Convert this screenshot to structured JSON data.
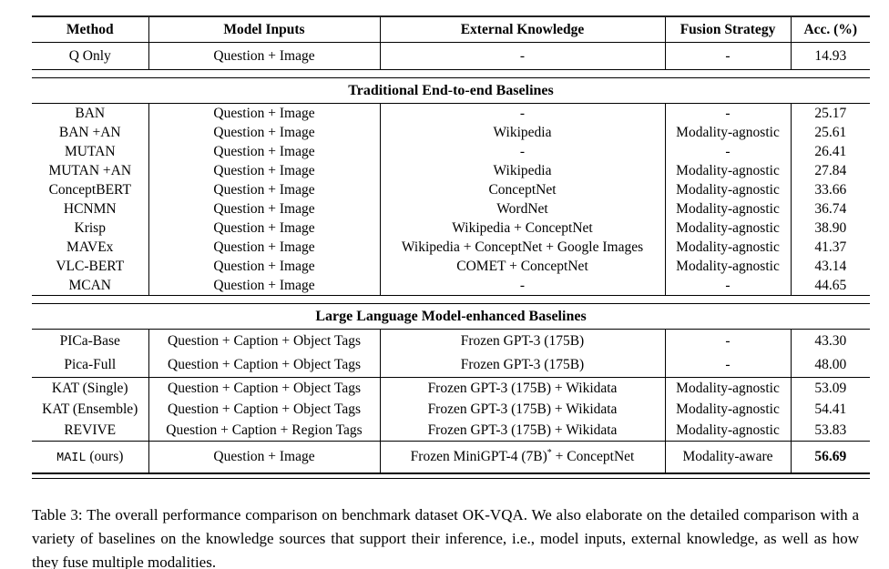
{
  "table": {
    "columns": [
      "Method",
      "Model Inputs",
      "External Knowledge",
      "Fusion Strategy",
      "Acc. (%)"
    ],
    "sections": [
      {
        "title": "",
        "groups": [
          [
            {
              "m": "Q Only",
              "inputs": "Question + Image",
              "kn": "-",
              "fusion": "-",
              "acc": "14.93"
            }
          ]
        ]
      },
      {
        "title": "Traditional End-to-end Baselines",
        "groups": [
          [
            {
              "m": "BAN",
              "inputs": "Question + Image",
              "kn": "-",
              "fusion": "-",
              "acc": "25.17"
            },
            {
              "m": "BAN +AN",
              "inputs": "Question + Image",
              "kn": "Wikipedia",
              "fusion": "Modality-agnostic",
              "acc": "25.61"
            },
            {
              "m": "MUTAN",
              "inputs": "Question + Image",
              "kn": "-",
              "fusion": "-",
              "acc": "26.41"
            },
            {
              "m": "MUTAN +AN",
              "inputs": "Question + Image",
              "kn": "Wikipedia",
              "fusion": "Modality-agnostic",
              "acc": "27.84"
            },
            {
              "m": "ConceptBERT",
              "inputs": "Question + Image",
              "kn": "ConceptNet",
              "fusion": "Modality-agnostic",
              "acc": "33.66"
            },
            {
              "m": "HCNMN",
              "inputs": "Question + Image",
              "kn": "WordNet",
              "fusion": "Modality-agnostic",
              "acc": "36.74"
            },
            {
              "m": "Krisp",
              "inputs": "Question + Image",
              "kn": "Wikipedia + ConceptNet",
              "fusion": "Modality-agnostic",
              "acc": "38.90"
            },
            {
              "m": "MAVEx",
              "inputs": "Question + Image",
              "kn": "Wikipedia + ConceptNet + Google Images",
              "fusion": "Modality-agnostic",
              "acc": "41.37"
            },
            {
              "m": "VLC-BERT",
              "inputs": "Question + Image",
              "kn": "COMET + ConceptNet",
              "fusion": "Modality-agnostic",
              "acc": "43.14"
            },
            {
              "m": "MCAN",
              "inputs": "Question + Image",
              "kn": "-",
              "fusion": "-",
              "acc": "44.65"
            }
          ]
        ]
      },
      {
        "title": "Large Language Model-enhanced Baselines",
        "groups": [
          [
            {
              "m": "PICa-Base",
              "inputs": "Question + Caption + Object Tags",
              "kn": "Frozen GPT-3 (175B)",
              "fusion": "-",
              "acc": "43.30"
            },
            {
              "m": "Pica-Full",
              "inputs": "Question + Caption + Object Tags",
              "kn": "Frozen GPT-3 (175B)",
              "fusion": "-",
              "acc": "48.00"
            }
          ],
          [
            {
              "m": "KAT (Single)",
              "inputs": "Question + Caption + Object Tags",
              "kn": "Frozen GPT-3 (175B) + Wikidata",
              "fusion": "Modality-agnostic",
              "acc": "53.09"
            },
            {
              "m": "KAT (Ensemble)",
              "inputs": "Question + Caption + Object Tags",
              "kn": "Frozen GPT-3 (175B) + Wikidata",
              "fusion": "Modality-agnostic",
              "acc": "54.41"
            },
            {
              "m": "REVIVE",
              "inputs": "Question + Caption + Region Tags",
              "kn": "Frozen GPT-3 (175B) + Wikidata",
              "fusion": "Modality-agnostic",
              "acc": "53.83"
            }
          ],
          [
            {
              "m_tt": "MAIL",
              "m": " (ours)",
              "inputs": "Question + Image",
              "kn": "Frozen MiniGPT-4 (7B)",
              "kn_sup": "*",
              "kn_after": " + ConceptNet",
              "fusion": "Modality-aware",
              "acc": "56.69",
              "acc_bold": true
            }
          ]
        ]
      }
    ]
  },
  "caption": "Table 3: The overall performance comparison on benchmark dataset OK-VQA. We also elaborate on the detailed comparison with a variety of baselines on the knowledge sources that support their inference, i.e., model inputs, external knowledge, as well as how they fuse multiple modalities."
}
